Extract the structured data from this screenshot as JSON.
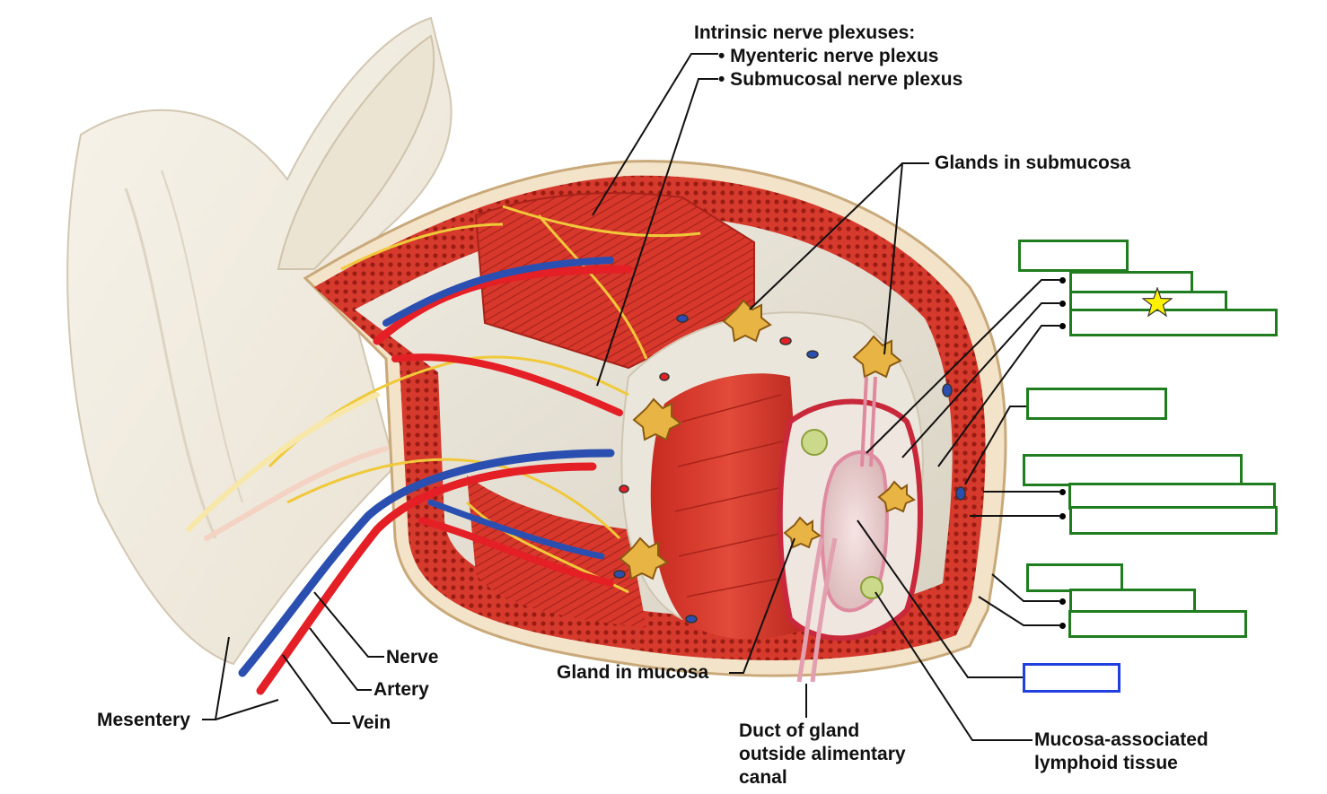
{
  "title_label": "Intrinsic nerve plexuses:",
  "plexus_items": [
    "• Myenteric nerve plexus",
    "• Submucosal nerve plexus"
  ],
  "labels": {
    "glands_submucosa": "Glands in submucosa",
    "nerve": "Nerve",
    "artery": "Artery",
    "vein": "Vein",
    "mesentery": "Mesentery",
    "gland_mucosa": "Gland in mucosa",
    "duct_line1": "Duct of gland",
    "duct_line2": "outside alimentary",
    "duct_line3": "canal",
    "malt_line1": "Mucosa-associated",
    "malt_line2": "lymphoid tissue"
  },
  "colors": {
    "muscle": "#d8382c",
    "muscle_dark": "#b8261d",
    "connective": "#e9e4d6",
    "serosa": "#f3e3c8",
    "artery": "#e41f26",
    "vein": "#2a4fb0",
    "nerve": "#f0c93a",
    "box_border": "#1f7d1f",
    "box_border_highlight": "#1f3fe0",
    "star": "#fff200"
  },
  "icons": [
    "star-icon"
  ]
}
